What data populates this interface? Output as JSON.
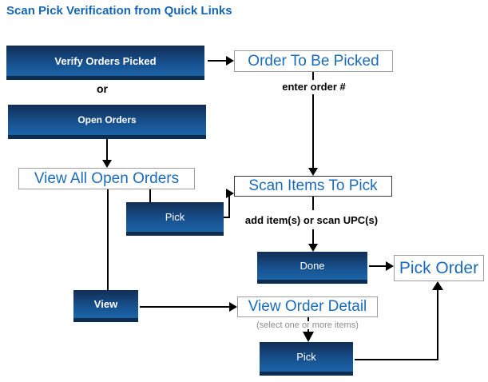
{
  "title": "Scan Pick Verification from Quick Links",
  "colors": {
    "title_text": "#1766B4",
    "box_text": "#1B6CB8",
    "button_gradient_top": "#122E55",
    "button_gradient_bottom": "#1B61A4",
    "button_bottom_strip": "#0C2C50",
    "box_border_light": "#9E9E9E",
    "box_border_dark": "#3A3A3A",
    "connector": "#000000",
    "muted_note": "#8C8C8C"
  },
  "buttons": {
    "verify": {
      "label": "Verify Orders Picked"
    },
    "open_orders": {
      "label": "Open Orders"
    },
    "pick_mid": {
      "label": "Pick"
    },
    "done": {
      "label": "Done"
    },
    "view": {
      "label": "View"
    },
    "pick_bottom": {
      "label": "Pick"
    }
  },
  "boxes": {
    "order_to_be_picked": {
      "label": "Order To Be Picked"
    },
    "view_all_open_orders": {
      "label": "View All Open Orders"
    },
    "scan_items_to_pick": {
      "label": "Scan Items To Pick"
    },
    "pick_order": {
      "label": "Pick Order"
    },
    "view_order_detail": {
      "label": "View Order Detail"
    }
  },
  "annotations": {
    "or": "or",
    "enter_order": "enter order #",
    "add_items": "add item(s) or scan UPC(s)",
    "select_items": "(select one or more items)"
  }
}
